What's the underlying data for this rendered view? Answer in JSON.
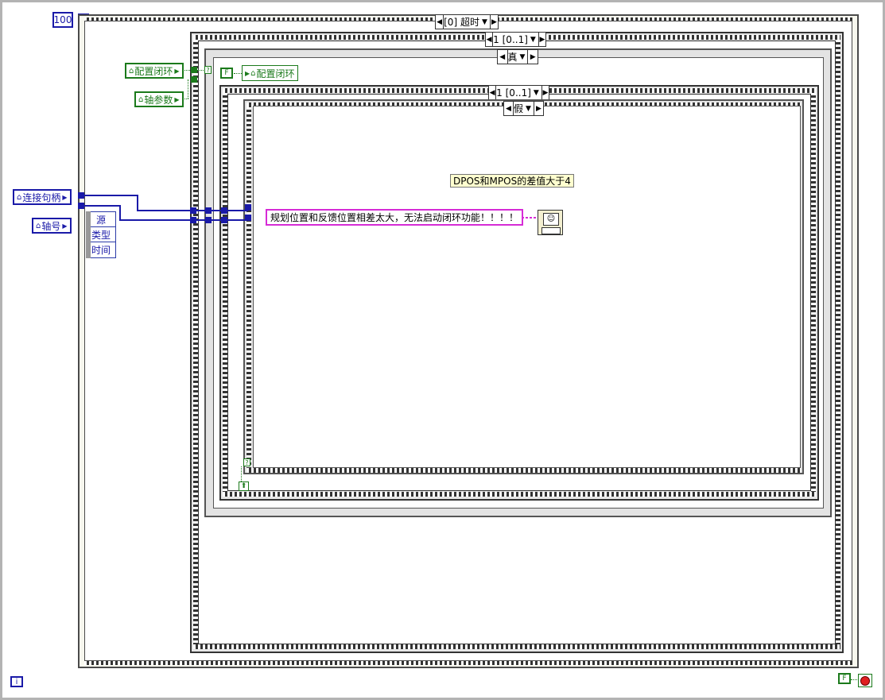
{
  "loop": {
    "timeout_value": "100",
    "hourglass_icon": "hourglass-icon",
    "iteration_label": "i",
    "stop_constant": "F"
  },
  "event_selector": {
    "text": "[0] 超时"
  },
  "outer_sequence": {
    "text": "1 [0..1]"
  },
  "case_true": {
    "text": "真"
  },
  "inner_sequence": {
    "text": "1 [0..1]"
  },
  "case_false": {
    "text": "假"
  },
  "controls": {
    "config_closed_loop": "配置闭环",
    "axis_params": "轴参数",
    "connection_handle": "连接句柄",
    "axis_number": "轴号"
  },
  "bool_constant": "F",
  "property_node_label": "配置闭环",
  "unbundle": {
    "items": [
      "源",
      "类型",
      "时间"
    ]
  },
  "comment_text": "DPOS和MPOS的差值大于4",
  "message_string": "规划位置和反馈位置相差太大，无法启动闭环功能！！！！",
  "colors": {
    "int_wire": "#1a1aa8",
    "bool_wire": "#1b7a1b",
    "string_wire": "#d62bd6"
  }
}
